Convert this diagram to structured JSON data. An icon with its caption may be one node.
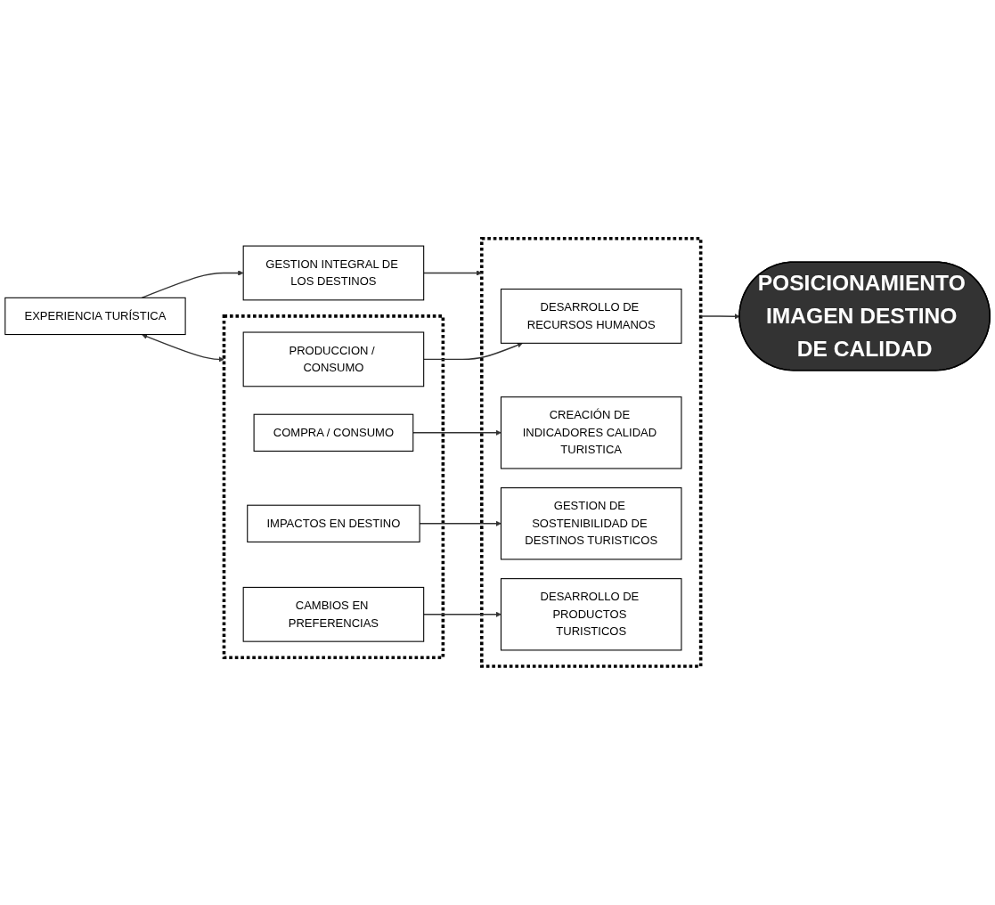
{
  "diagram": {
    "nodes": [
      {
        "text": [
          "EXPERIENCIA TURÍSTICA"
        ]
      },
      {
        "text": [
          "GESTION INTEGRAL DE LOS DESTINOS"
        ]
      },
      {
        "text": [],
        "shape": "box"
      },
      {
        "text": [
          "PRODUCCION / CONSUMO"
        ],
        "in": 2
      },
      {
        "text": [
          "COMPRA / CONSUMO"
        ],
        "in": 2
      },
      {
        "text": [
          "IMPACTOS EN DESTINO"
        ],
        "in": 2
      },
      {
        "text": [
          "CAMBIOS EN PREFERENCIAS"
        ],
        "in": 2
      },
      {
        "text": [],
        "shape": "box"
      },
      {
        "text": [
          "DESARROLLO DE RECURSOS HUMANOS"
        ],
        "in": 7
      },
      {
        "text": [
          "CREACIÓN DE INDICADORES CALIDAD TURISTICA"
        ],
        "in": 7
      },
      {
        "text": [
          "GESTION DE SOSTENIBILIDAD DE DESTINOS TURISTICOS"
        ],
        "in": 7
      },
      {
        "text": [
          "DESARROLLO DE PRODUCTOS TURISTICOS"
        ],
        "in": 7
      },
      {
        "text": [
          "POSICIONAMIENTO IMAGEN DESTINO DE CALIDAD"
        ]
      }
    ],
    "edges": [
      {
        "from": 0,
        "to": 1,
        "arrow": "to"
      },
      {
        "from": 0,
        "to": 2,
        "arrow": "both"
      },
      {
        "from": 1,
        "to": 7,
        "arrow": "to"
      },
      {
        "from": 3,
        "to": 8,
        "arrow": "to"
      },
      {
        "from": 4,
        "to": 9,
        "arrow": "to"
      },
      {
        "from": 5,
        "to": 10,
        "arrow": "to"
      },
      {
        "from": 6,
        "to": 11,
        "arrow": "to"
      },
      {
        "from": 7,
        "to": 12,
        "arrow": "to"
      }
    ]
  }
}
